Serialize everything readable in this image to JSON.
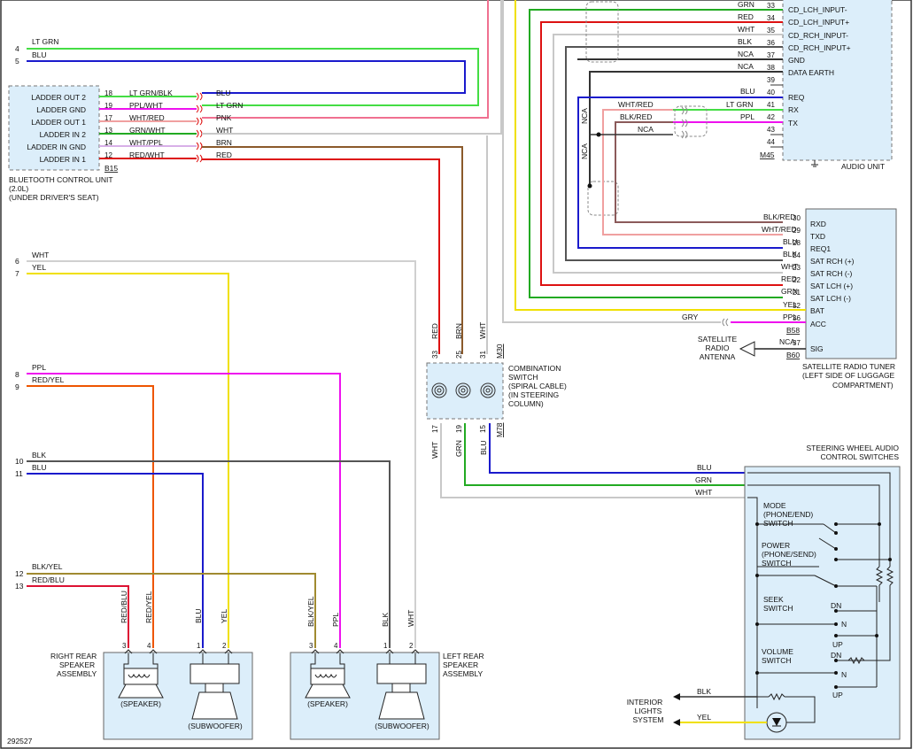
{
  "colors": {
    "grn": "#22aa22",
    "lt_grn": "#44dd44",
    "blu": "#1a1acc",
    "red": "#dd1111",
    "pnk": "#f07090",
    "wht": "#c8c8c8",
    "brn": "#8b5a2b",
    "yel": "#f0e000",
    "ppl": "#ee11ee",
    "blk": "#333333",
    "gry": "#8a8a8a",
    "org": "#ee5500",
    "olive": "#a08a30",
    "blu_stripe": "#1a1acc",
    "wht_red": "#f0a0a0"
  },
  "top_wires": [
    {
      "pin": "4",
      "label": "LT GRN"
    },
    {
      "pin": "5",
      "label": "BLU"
    }
  ],
  "bluetooth": {
    "title": "BLUETOOTH CONTROL UNIT",
    "sub1": "(2.0L)",
    "sub2": "(UNDER DRIVER'S SEAT)",
    "connector": "B15",
    "pins": [
      {
        "label": "LADDER OUT 2",
        "pin": "18",
        "wire": "LT GRN/BLK",
        "out": "BLU"
      },
      {
        "label": "LADDER GND",
        "pin": "19",
        "wire": "PPL/WHT",
        "out": "LT GRN"
      },
      {
        "label": "LADDER OUT 1",
        "pin": "17",
        "wire": "WHT/RED",
        "out": "PNK"
      },
      {
        "label": "LADDER IN 2",
        "pin": "13",
        "wire": "GRN/WHT",
        "out": "WHT"
      },
      {
        "label": "LADDER IN GND",
        "pin": "14",
        "wire": "WHT/PPL",
        "out": "BRN"
      },
      {
        "label": "LADDER IN 1",
        "pin": "12",
        "wire": "RED/WHT",
        "out": "RED"
      }
    ]
  },
  "audio_unit": {
    "title": "AUDIO UNIT",
    "connector": "M45",
    "pins": [
      {
        "pin": "33",
        "wire": "GRN",
        "label": "CD_LCH_INPUT-"
      },
      {
        "pin": "34",
        "wire": "RED",
        "label": "CD_LCH_INPUT+"
      },
      {
        "pin": "35",
        "wire": "WHT",
        "label": "CD_RCH_INPUT-"
      },
      {
        "pin": "36",
        "wire": "BLK",
        "label": "CD_RCH_INPUT+"
      },
      {
        "pin": "37",
        "wire": "NCA",
        "label": "GND"
      },
      {
        "pin": "38",
        "wire": "NCA",
        "label": "DATA EARTH"
      },
      {
        "pin": "39",
        "wire": "",
        "label": ""
      },
      {
        "pin": "40",
        "wire": "BLU",
        "label": "REQ"
      },
      {
        "pin": "41",
        "wire": "LT GRN",
        "label": "RX"
      },
      {
        "pin": "42",
        "wire": "PPL",
        "label": "TX"
      },
      {
        "pin": "43",
        "wire": "",
        "label": ""
      },
      {
        "pin": "44",
        "wire": "",
        "label": ""
      }
    ],
    "splice_wires": [
      {
        "label": "WHT/RED"
      },
      {
        "label": "BLK/RED"
      },
      {
        "label": "NCA"
      }
    ],
    "vertical_labels": [
      "NCA",
      "NCA"
    ]
  },
  "sat_tuner": {
    "title1": "SATELLITE RADIO TUNER",
    "title2": "(LEFT SIDE OF LUGGAGE",
    "title3": "COMPARTMENT)",
    "connector1": "B58",
    "connector2": "B60",
    "pins": [
      {
        "pin": "30",
        "wire": "BLK/RED",
        "label": "RXD"
      },
      {
        "pin": "29",
        "wire": "WHT/RED",
        "label": "TXD"
      },
      {
        "pin": "28",
        "wire": "BLU",
        "label": "REQ1"
      },
      {
        "pin": "24",
        "wire": "BLK",
        "label": "SAT RCH (+)"
      },
      {
        "pin": "23",
        "wire": "WHT",
        "label": "SAT RCH (-)"
      },
      {
        "pin": "22",
        "wire": "RED",
        "label": "SAT LCH (+)"
      },
      {
        "pin": "21",
        "wire": "GRN",
        "label": "SAT LCH (-)"
      },
      {
        "pin": "32",
        "wire": "YEL",
        "label": "BAT"
      },
      {
        "pin": "36",
        "wire": "PPL",
        "label": "ACC"
      },
      {
        "pin": "37",
        "wire": "NCA",
        "label": "SIG"
      }
    ],
    "gry_label": "GRY",
    "antenna": [
      "SATELLITE",
      "RADIO",
      "ANTENNA"
    ]
  },
  "left_wires": [
    {
      "pin": "6",
      "label": "WHT"
    },
    {
      "pin": "7",
      "label": "YEL"
    },
    {
      "pin": "8",
      "label": "PPL"
    },
    {
      "pin": "9",
      "label": "RED/YEL"
    },
    {
      "pin": "10",
      "label": "BLK"
    },
    {
      "pin": "11",
      "label": "BLU"
    },
    {
      "pin": "12",
      "label": "BLK/YEL"
    },
    {
      "pin": "13",
      "label": "RED/BLU"
    }
  ],
  "combo_switch": {
    "lines": [
      "COMBINATION",
      "SWITCH",
      "(SPIRAL CABLE)",
      "(IN STEERING",
      "COLUMN)"
    ],
    "top_connector": "M30",
    "bottom_connector": "M78",
    "top_pins": [
      {
        "pin": "33",
        "wire": "RED"
      },
      {
        "pin": "25",
        "wire": "BRN"
      },
      {
        "pin": "31",
        "wire": "WHT"
      }
    ],
    "bottom_pins": [
      {
        "pin": "17",
        "wire": "WHT"
      },
      {
        "pin": "19",
        "wire": "GRN"
      },
      {
        "pin": "15",
        "wire": "BLU"
      }
    ]
  },
  "steering_sw": {
    "title1": "STEERING WHEEL AUDIO",
    "title2": "CONTROL SWITCHES",
    "wires": [
      "BLU",
      "GRN",
      "WHT"
    ],
    "mode": [
      "MODE",
      "(PHONE/END)",
      "SWITCH"
    ],
    "power": [
      "POWER",
      "(PHONE/SEND)",
      "SWITCH"
    ],
    "seek": [
      "SEEK",
      "SWITCH"
    ],
    "volume": [
      "VOLUME",
      "SWITCH"
    ],
    "dn": "DN",
    "up": "UP",
    "n": "N"
  },
  "right_speaker": {
    "label": [
      "RIGHT REAR",
      "SPEAKER",
      "ASSEMBLY"
    ],
    "pins": [
      {
        "pin": "3",
        "wire": "RED/BLU"
      },
      {
        "pin": "4",
        "wire": "RED/YEL"
      },
      {
        "pin": "1",
        "wire": "BLU"
      },
      {
        "pin": "2",
        "wire": "YEL"
      }
    ],
    "speaker": "(SPEAKER)",
    "sub": "(SUBWOOFER)"
  },
  "left_speaker": {
    "label": [
      "LEFT REAR",
      "SPEAKER",
      "ASSEMBLY"
    ],
    "pins": [
      {
        "pin": "3",
        "wire": "BLK/YEL"
      },
      {
        "pin": "4",
        "wire": "PPL"
      },
      {
        "pin": "1",
        "wire": "BLK"
      },
      {
        "pin": "2",
        "wire": "WHT"
      }
    ],
    "speaker": "(SPEAKER)",
    "sub": "(SUBWOOFER)"
  },
  "lights": {
    "label": [
      "INTERIOR",
      "LIGHTS",
      "SYSTEM"
    ],
    "wires": [
      "BLK",
      "YEL"
    ]
  },
  "figure_id": "292527"
}
